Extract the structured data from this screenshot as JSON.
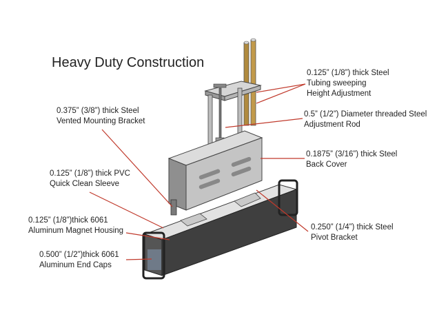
{
  "title": "Heavy Duty Construction",
  "callouts": {
    "tubing": [
      "0.125” (1/8”) thick Steel",
      "Tubing sweeping",
      "Height Adjustment"
    ],
    "rod": [
      "0.5” (1/2”) Diameter threaded Steel",
      "Adjustment Rod"
    ],
    "back_cover": [
      "0.1875” (3/16”) thick Steel",
      "Back Cover"
    ],
    "pivot": [
      "0.250” (1/4”) thick Steel",
      "Pivot Bracket"
    ],
    "mounting": [
      "0.375” (3/8”) thick Steel",
      "Vented Mounting Bracket"
    ],
    "sleeve": [
      "0.125” (1/8”) thick PVC",
      "Quick Clean Sleeve"
    ],
    "housing": [
      "0.125” (1/8”)thick 6061",
      "Aluminum Magnet Housing"
    ],
    "end_caps": [
      "0.500”  (1/2”)thick 6061",
      "Aluminum End Caps"
    ]
  },
  "colors": {
    "leader": "#c0392b",
    "metal": "#a9a9a9",
    "dark": "#3a3a3a",
    "brass": "#b08a3e"
  }
}
